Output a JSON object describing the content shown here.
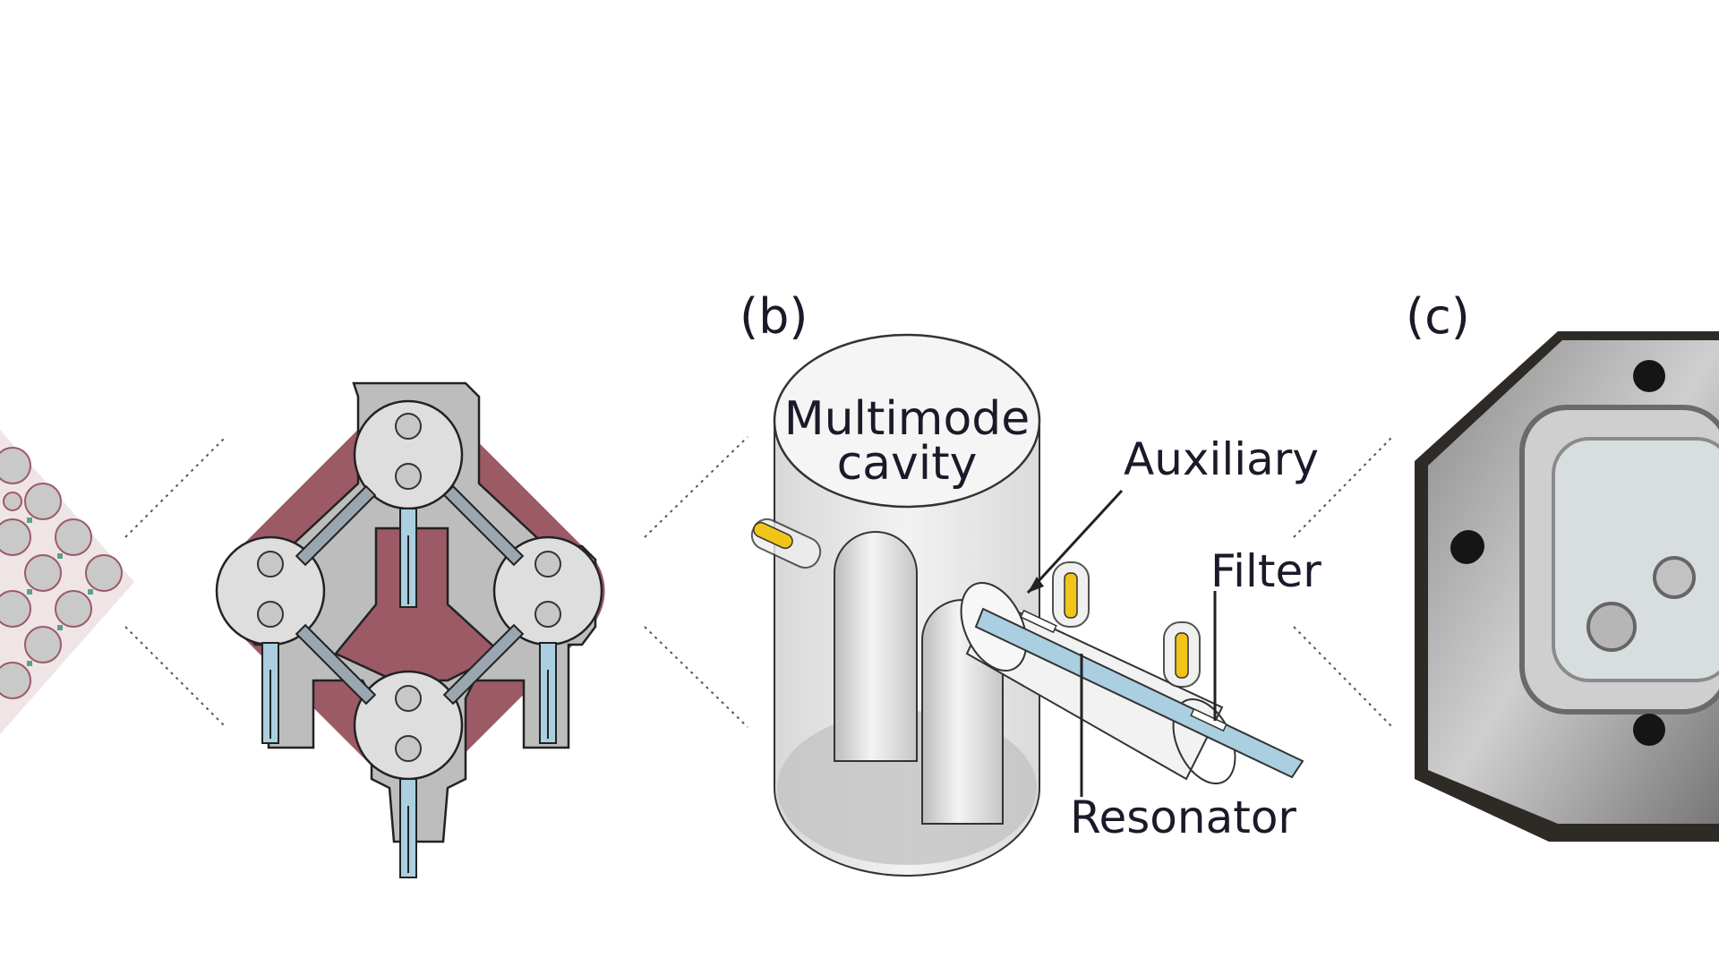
{
  "panels": {
    "b": {
      "label": "(b)"
    },
    "c": {
      "label": "(c)"
    }
  },
  "labels": {
    "cavity_line1": "Multimode",
    "cavity_line2": "cavity",
    "auxiliary": "Auxiliary",
    "filter": "Filter",
    "resonator": "Resonator"
  },
  "colors": {
    "lattice_bg": "#9b5a66",
    "chip_gray": "#b9b9b9",
    "pad_gray": "#dcdcdc",
    "strip_blue": "#a9cfe0",
    "pin_yellow": "#f0c419",
    "cavity_fill": "#e6e6e6",
    "photo_dark": "#3a3530"
  }
}
